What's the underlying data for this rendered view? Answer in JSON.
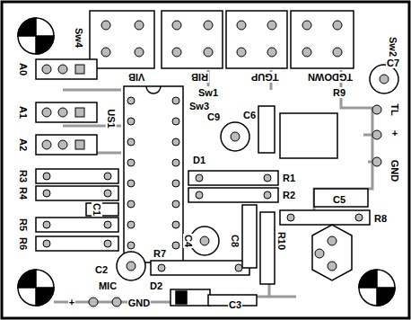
{
  "diagram": {
    "labels": [
      "Sw4",
      "VIB",
      "RIB",
      "TGUP",
      "TGDOWN",
      "Sw2",
      "C7",
      "Sw1",
      "Sw3",
      "R9",
      "US1",
      "C9",
      "C6",
      "A0",
      "A1",
      "A2",
      "D1",
      "R1",
      "R2",
      "R3",
      "R4",
      "C1",
      "R5",
      "R6",
      "C5",
      "R8",
      "C4",
      "C8",
      "R10",
      "R7",
      "C2",
      "MIC",
      "D2",
      "+",
      "GND",
      "C3",
      "TL",
      "+",
      "GND"
    ]
  }
}
